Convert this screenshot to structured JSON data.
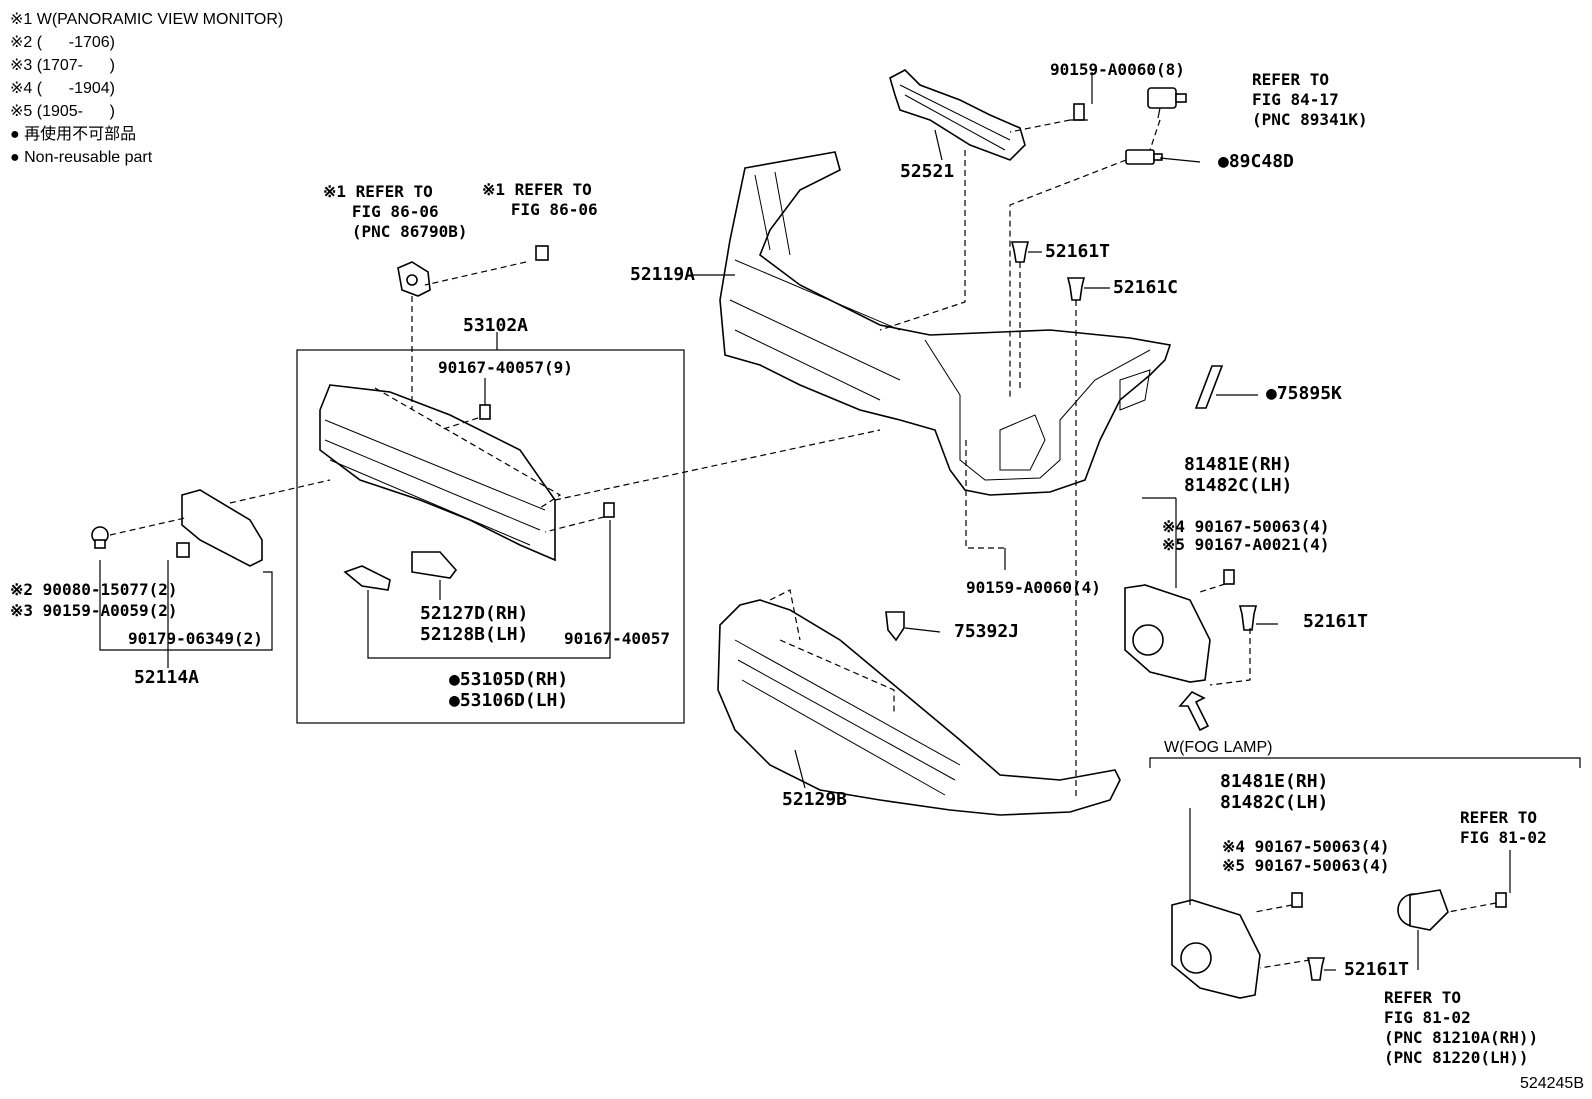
{
  "legend": {
    "note1": "※1 W(PANORAMIC VIEW MONITOR)",
    "note2": "※2 (      -1706)",
    "note3": "※3 (1707-      )",
    "note4": "※4 (      -1904)",
    "note5": "※5 (1905-      )",
    "nonreusable_jp": "再使用不可部品",
    "nonreusable_en": "Non-reusable part"
  },
  "labels": {
    "p52521": "52521",
    "p90159_a0060_8": "90159-A0060(8)",
    "ref_84_17": "REFER TO\nFIG 84-17\n(PNC 89341K)",
    "p89c48d": "89C48D",
    "p52119a": "52119A",
    "p52161t_top": "52161T",
    "p52161c": "52161C",
    "p75895k": "75895K",
    "ref_86_06_a": "※1 REFER TO\n   FIG 86-06\n   (PNC 86790B)",
    "ref_86_06_b": "※1 REFER TO\n   FIG 86-06",
    "p53102a": "53102A",
    "p90167_40057_9": "90167-40057(9)",
    "p81481e_rh_1": "81481E(RH)",
    "p81482c_lh_1": "81482C(LH)",
    "n4_90167_50063": "※4 90167-50063(4)",
    "n5_90167_a0021": "※5 90167-A0021(4)",
    "p90159_a0060_4": "90159-A0060(4)",
    "p52161t_mid": "52161T",
    "n2_90080": "※2 90080-15077(2)",
    "n3_90159": "※3 90159-A0059(2)",
    "p90179": "90179-06349(2)",
    "p52114a": "52114A",
    "p52127d": "52127D(RH)",
    "p52128b": "52128B(LH)",
    "p90167_40057": "90167-40057",
    "p53105d": "53105D(RH)",
    "p53106d": "53106D(LH)",
    "p75392j": "75392J",
    "p52129b": "52129B",
    "fog_lamp": "W(FOG LAMP)",
    "p81481e_rh_2": "81481E(RH)",
    "p81482c_lh_2": "81482C(LH)",
    "n4b_90167_50063": "※4 90167-50063(4)",
    "n5b_90167_50063": "※5 90167-50063(4)",
    "ref_81_02_a": "REFER TO\nFIG 81-02",
    "p52161t_bot": "52161T",
    "ref_81_02_b": "REFER TO\nFIG 81-02\n(PNC 81210A(RH))\n(PNC 81220(LH))",
    "figure_id": "524245B"
  }
}
